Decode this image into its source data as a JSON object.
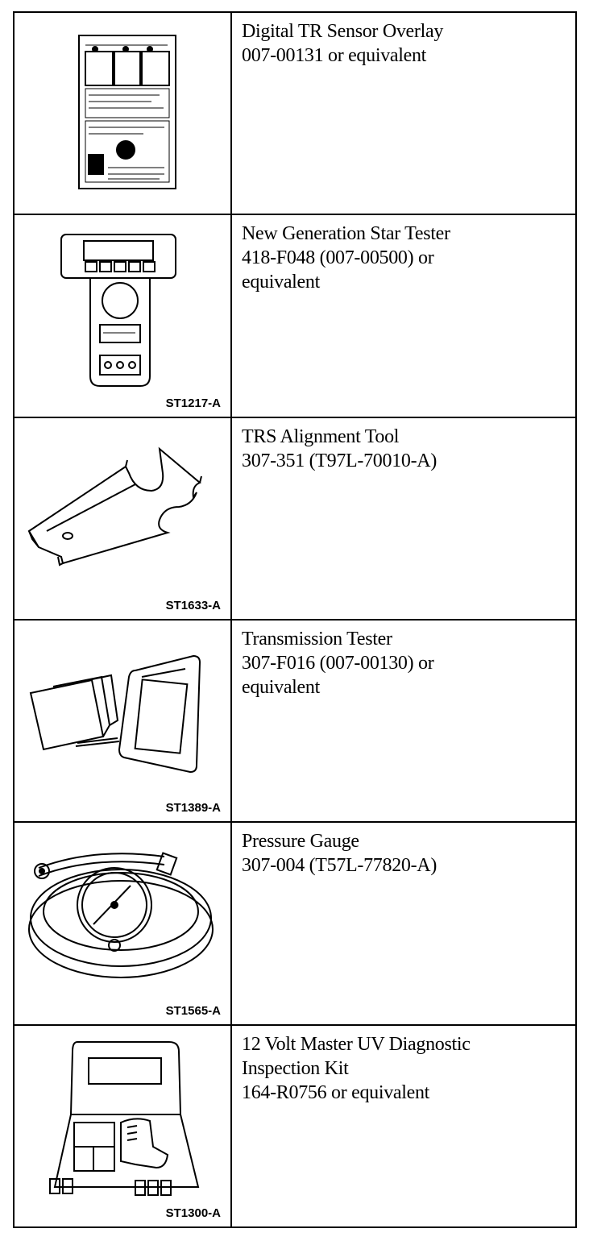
{
  "tools": [
    {
      "lines": [
        "Digital TR Sensor Overlay",
        "007-00131 or equivalent"
      ],
      "figure_id": "",
      "illustration": "sensor-overlay-card"
    },
    {
      "lines": [
        "New Generation Star Tester",
        "418-F048 (007-00500) or",
        "equivalent"
      ],
      "figure_id": "ST1217-A",
      "illustration": "handheld-tester"
    },
    {
      "lines": [
        "TRS Alignment Tool",
        "307-351 (T97L-70010-A)"
      ],
      "figure_id": "ST1633-A",
      "illustration": "alignment-tool"
    },
    {
      "lines": [
        "Transmission Tester",
        "307-F016 (007-00130) or",
        "equivalent"
      ],
      "figure_id": "ST1389-A",
      "illustration": "transmission-tester"
    },
    {
      "lines": [
        "Pressure Gauge",
        "307-004 (T57L-77820-A)"
      ],
      "figure_id": "ST1565-A",
      "illustration": "pressure-gauge"
    },
    {
      "lines": [
        "12 Volt Master UV Diagnostic",
        "Inspection Kit",
        "164-R0756 or equivalent"
      ],
      "figure_id": "ST1300-A",
      "illustration": "uv-diagnostic-kit"
    }
  ]
}
